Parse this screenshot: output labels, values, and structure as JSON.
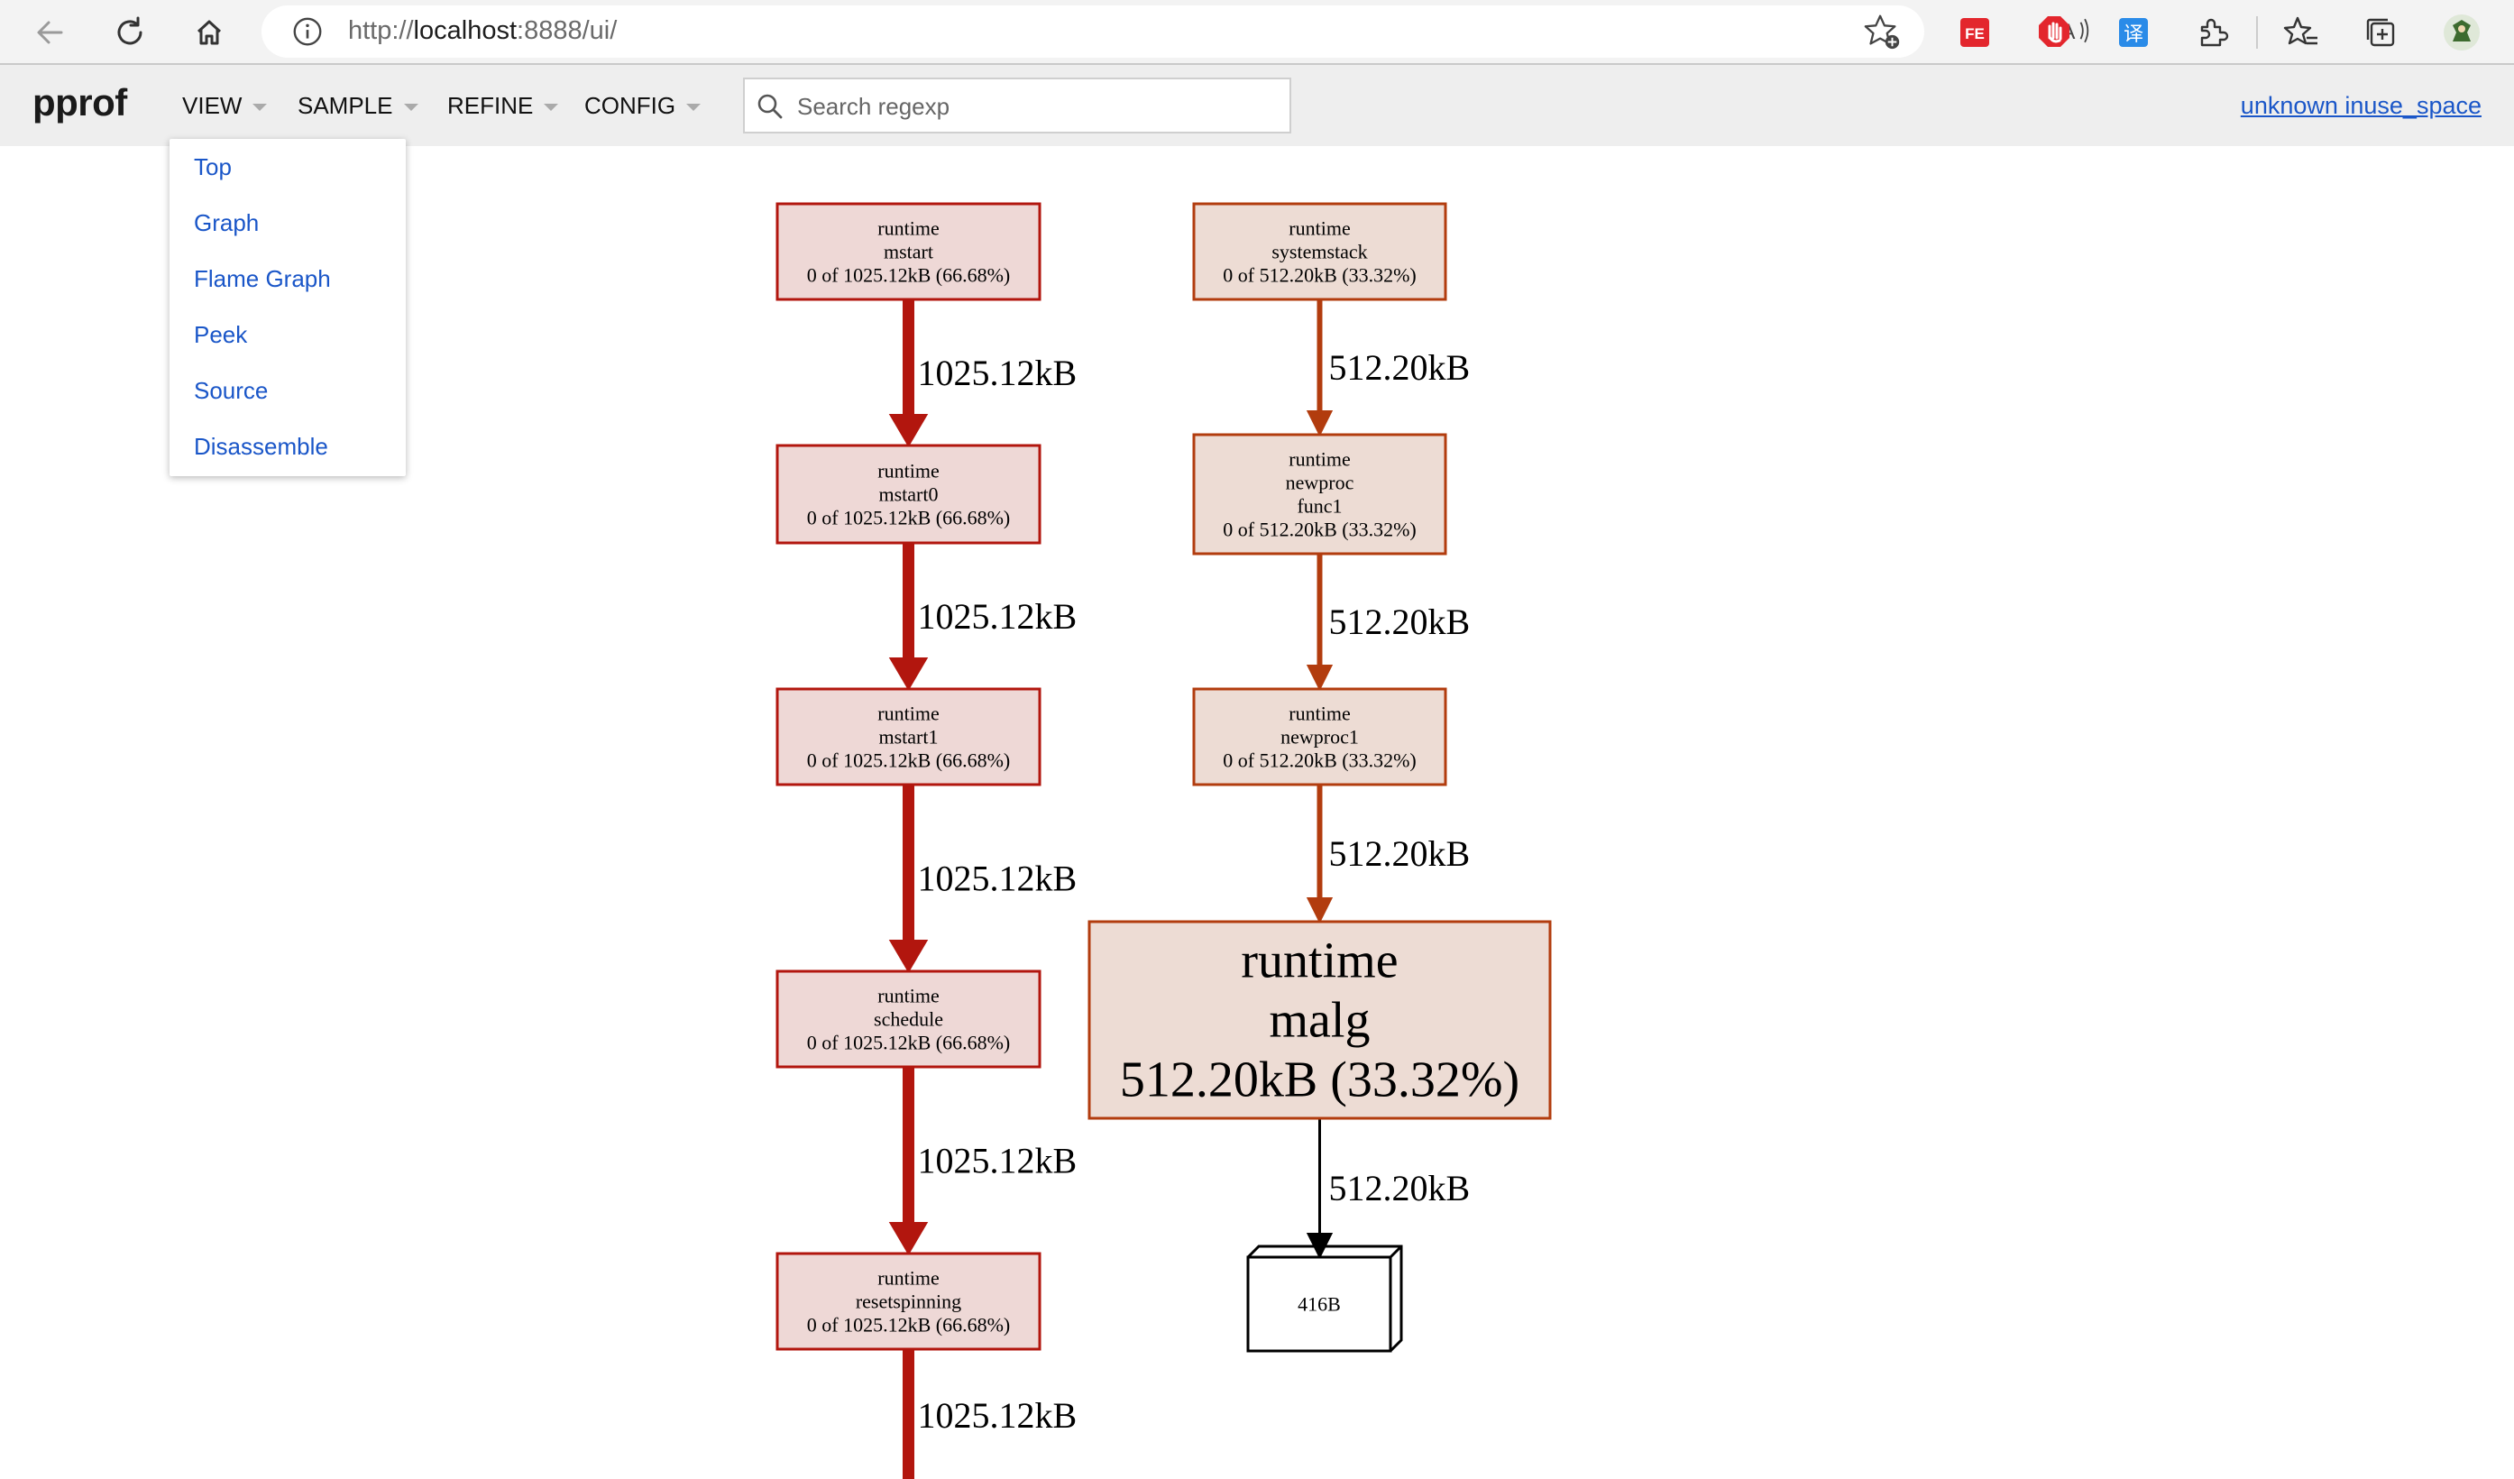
{
  "browser": {
    "url_prefix": "http://",
    "url_host": "localhost",
    "url_rest": ":8888/ui/"
  },
  "app": {
    "logo": "pprof",
    "menus": [
      {
        "label": "VIEW"
      },
      {
        "label": "SAMPLE"
      },
      {
        "label": "REFINE"
      },
      {
        "label": "CONFIG"
      }
    ],
    "search": {
      "placeholder": "Search regexp",
      "value": ""
    },
    "profile_link": "unknown inuse_space",
    "view_menu_items": [
      "Top",
      "Graph",
      "Flame Graph",
      "Peek",
      "Source",
      "Disassemble"
    ]
  },
  "graph": {
    "colors": {
      "hot_fill": "#eed8d6",
      "hot_stroke": "#b2160e",
      "warm_fill": "#eddcd4",
      "warm_stroke": "#b23c0e",
      "leaf_stroke": "#000000"
    },
    "nodes": [
      {
        "id": "mstart",
        "lines": [
          "runtime",
          "mstart",
          "0 of 1025.12kB (66.68%)"
        ]
      },
      {
        "id": "mstart0",
        "lines": [
          "runtime",
          "mstart0",
          "0 of 1025.12kB (66.68%)"
        ]
      },
      {
        "id": "mstart1",
        "lines": [
          "runtime",
          "mstart1",
          "0 of 1025.12kB (66.68%)"
        ]
      },
      {
        "id": "schedule",
        "lines": [
          "runtime",
          "schedule",
          "0 of 1025.12kB (66.68%)"
        ]
      },
      {
        "id": "resetspinning",
        "lines": [
          "runtime",
          "resetspinning",
          "0 of 1025.12kB (66.68%)"
        ]
      },
      {
        "id": "systemstack",
        "lines": [
          "runtime",
          "systemstack",
          "0 of 512.20kB (33.32%)"
        ]
      },
      {
        "id": "newproc_func1",
        "lines": [
          "runtime",
          "newproc",
          "func1",
          "0 of 512.20kB (33.32%)"
        ]
      },
      {
        "id": "newproc1",
        "lines": [
          "runtime",
          "newproc1",
          "0 of 512.20kB (33.32%)"
        ]
      },
      {
        "id": "malg",
        "lines": [
          "runtime",
          "malg",
          "512.20kB (33.32%)"
        ]
      },
      {
        "id": "size416",
        "lines": [
          "416B"
        ]
      }
    ],
    "edges": [
      {
        "from": "mstart",
        "to": "mstart0",
        "label": "1025.12kB"
      },
      {
        "from": "mstart0",
        "to": "mstart1",
        "label": "1025.12kB"
      },
      {
        "from": "mstart1",
        "to": "schedule",
        "label": "1025.12kB"
      },
      {
        "from": "schedule",
        "to": "resetspinning",
        "label": "1025.12kB"
      },
      {
        "from": "resetspinning",
        "to": "",
        "label": "1025.12kB"
      },
      {
        "from": "systemstack",
        "to": "newproc_func1",
        "label": "512.20kB"
      },
      {
        "from": "newproc_func1",
        "to": "newproc1",
        "label": "512.20kB"
      },
      {
        "from": "newproc1",
        "to": "malg",
        "label": "512.20kB"
      },
      {
        "from": "malg",
        "to": "size416",
        "label": "512.20kB"
      }
    ]
  }
}
